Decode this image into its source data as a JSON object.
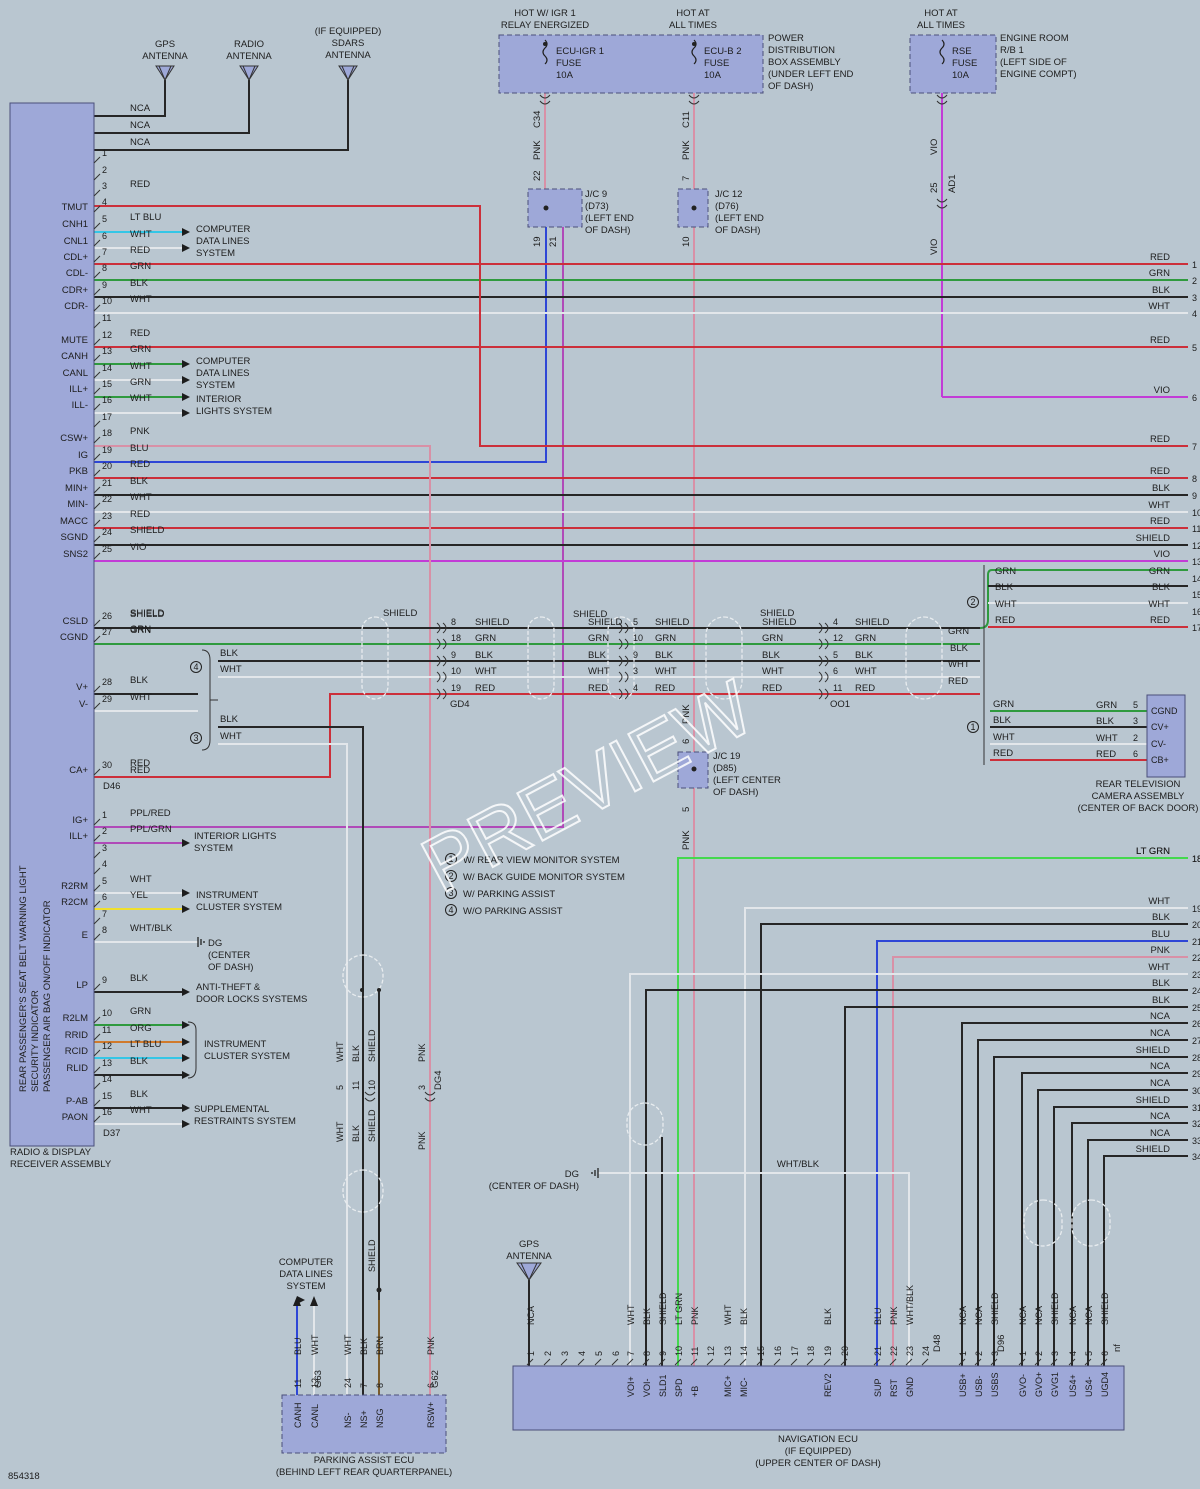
{
  "diagram_id": "854318",
  "watermark": "PREVIEW",
  "colors": {
    "background": "#b9c6d0",
    "component": "#9ea8d8",
    "RED": "#cc2f3a",
    "GRN": "#2f9a3e",
    "BLK": "#262626",
    "WHT": "#e2e6ea",
    "BLU": "#2e46d6",
    "VIO": "#c23cd6",
    "PNK": "#d890a6",
    "LTBLU": "#34c6e6",
    "LTGRN": "#44d84e",
    "YEL": "#f0e02c",
    "ORG": "#d07a2c",
    "SHIELD": "#262626",
    "GRAY": "#8a8f93",
    "BRN": "#7a5a2a"
  },
  "radio": {
    "name": "RADIO & DISPLAY\nRECEIVER ASSEMBLY",
    "connector_1": "D46",
    "connector_2": "D37",
    "rotated_label": "REAR PASSENGER'S SEAT BELT WARNING LIGHT\nSECURITY INDICATOR\nPASSENGER AIR BAG ON/OFF INDICATOR"
  },
  "antennas": [
    {
      "id": "gps",
      "label": "GPS\nANTENNA"
    },
    {
      "id": "radio",
      "label": "RADIO\nANTENNA"
    },
    {
      "id": "sdars",
      "label": "(IF EQUIPPED)\nSDARS\nANTENNA"
    }
  ],
  "antenna_wires": [
    "NCA",
    "NCA",
    "NCA"
  ],
  "fuse_box_1": {
    "hot_igr": "HOT W/ IGR 1\nRELAY ENERGIZED",
    "hot_always": "HOT AT\nALL TIMES",
    "fuse_a": "ECU-IGR 1\nFUSE\n10A",
    "fuse_b": "ECU-B 2\nFUSE\n10A",
    "desc": "POWER\nDISTRIBUTION\nBOX ASSEMBLY\n(UNDER LEFT END\nOF DASH)"
  },
  "fuse_box_2": {
    "hot": "HOT AT\nALL TIMES",
    "fuse": "RSE\nFUSE\n10A",
    "desc": "ENGINE ROOM\nR/B 1\n(LEFT SIDE OF\nENGINE COMPT)"
  },
  "junctions": {
    "jc9": "J/C 9\n(D73)\n(LEFT END\nOF DASH)",
    "jc12": "J/C 12\n(D76)\n(LEFT END\nOF DASH)",
    "jc19": "J/C 19\n(D85)\n(LEFT CENTER\nOF DASH)"
  },
  "conn_labels": {
    "c34": "C34",
    "c11": "C11",
    "ad1": "AD1",
    "gd4": "GD4",
    "oo1": "OO1",
    "dg4": "DG4",
    "g63": "G63",
    "g62": "G62",
    "d48": "D48",
    "d96": "D96",
    "nf": "nf"
  },
  "d46_pins": [
    {
      "pin": "1",
      "label": "",
      "color": "",
      "name": ""
    },
    {
      "pin": "2",
      "label": "",
      "color": "",
      "name": ""
    },
    {
      "pin": "3",
      "label": "",
      "color": "RED",
      "name": ""
    },
    {
      "pin": "4",
      "label": "TMUT",
      "color": "",
      "name": ""
    },
    {
      "pin": "5",
      "label": "CNH1",
      "color": "LT BLU",
      "name": ""
    },
    {
      "pin": "6",
      "label": "CNL1",
      "color": "WHT",
      "name": ""
    },
    {
      "pin": "7",
      "label": "CDL+",
      "color": "RED",
      "name": ""
    },
    {
      "pin": "8",
      "label": "CDL-",
      "color": "GRN",
      "name": ""
    },
    {
      "pin": "9",
      "label": "CDR+",
      "color": "BLK",
      "name": ""
    },
    {
      "pin": "10",
      "label": "CDR-",
      "color": "WHT",
      "name": ""
    },
    {
      "pin": "11",
      "label": "",
      "color": "",
      "name": ""
    },
    {
      "pin": "12",
      "label": "MUTE",
      "color": "RED",
      "name": ""
    },
    {
      "pin": "13",
      "label": "CANH",
      "color": "GRN",
      "name": ""
    },
    {
      "pin": "14",
      "label": "CANL",
      "color": "WHT",
      "name": ""
    },
    {
      "pin": "15",
      "label": "ILL+",
      "color": "GRN",
      "name": ""
    },
    {
      "pin": "16",
      "label": "ILL-",
      "color": "WHT",
      "name": ""
    },
    {
      "pin": "17",
      "label": "",
      "color": "",
      "name": ""
    },
    {
      "pin": "18",
      "label": "CSW+",
      "color": "PNK",
      "name": ""
    },
    {
      "pin": "19",
      "label": "IG",
      "color": "BLU",
      "name": ""
    },
    {
      "pin": "20",
      "label": "PKB",
      "color": "RED",
      "name": ""
    },
    {
      "pin": "21",
      "label": "MIN+",
      "color": "BLK",
      "name": ""
    },
    {
      "pin": "22",
      "label": "MIN-",
      "color": "WHT",
      "name": ""
    },
    {
      "pin": "23",
      "label": "MACC",
      "color": "RED",
      "name": ""
    },
    {
      "pin": "24",
      "label": "SGND",
      "color": "SHIELD",
      "name": ""
    },
    {
      "pin": "25",
      "label": "SNS2",
      "color": "VIO",
      "name": ""
    },
    {
      "pin": "26",
      "label": "CSLD",
      "color": "SHIELD",
      "name": ""
    },
    {
      "pin": "27",
      "label": "CGND",
      "color": "GRN",
      "name": ""
    },
    {
      "pin": "28",
      "label": "V+",
      "color": "BLK",
      "name": ""
    },
    {
      "pin": "29",
      "label": "V-",
      "color": "WHT",
      "name": ""
    },
    {
      "pin": "30",
      "label": "CA+",
      "color": "RED",
      "name": ""
    }
  ],
  "d37_pins": [
    {
      "pin": "1",
      "label": "IG+",
      "color": "PPL/RED"
    },
    {
      "pin": "2",
      "label": "ILL+",
      "color": "PPL/GRN"
    },
    {
      "pin": "3",
      "label": "",
      "color": ""
    },
    {
      "pin": "4",
      "label": "",
      "color": ""
    },
    {
      "pin": "5",
      "label": "R2RM",
      "color": "WHT"
    },
    {
      "pin": "6",
      "label": "R2CM",
      "color": "YEL"
    },
    {
      "pin": "7",
      "label": "",
      "color": ""
    },
    {
      "pin": "8",
      "label": "E",
      "color": "WHT/BLK"
    },
    {
      "pin": "9",
      "label": "LP",
      "color": "BLK"
    },
    {
      "pin": "10",
      "label": "R2LM",
      "color": "GRN"
    },
    {
      "pin": "11",
      "label": "RRID",
      "color": "ORG"
    },
    {
      "pin": "12",
      "label": "RCID",
      "color": "LT BLU"
    },
    {
      "pin": "13",
      "label": "RLID",
      "color": "BLK"
    },
    {
      "pin": "14",
      "label": "",
      "color": ""
    },
    {
      "pin": "15",
      "label": "P-AB",
      "color": "BLK"
    },
    {
      "pin": "16",
      "label": "PAON",
      "color": "WHT"
    }
  ],
  "systems": {
    "computer_data": "COMPUTER\nDATA LINES\nSYSTEM",
    "interior_lights": "INTERIOR\nLIGHTS SYSTEM",
    "interior_lights_2": "INTERIOR LIGHTS\nSYSTEM",
    "instrument_cluster": "INSTRUMENT\nCLUSTER SYSTEM",
    "dg": "DG\n(CENTER\nOF DASH)",
    "anti_theft": "ANTI-THEFT &\nDOOR LOCKS SYSTEMS",
    "instrument_cluster_2": "INSTRUMENT\nCLUSTER SYSTEM",
    "srs": "SUPPLEMENTAL\nRESTRAINTS SYSTEM",
    "dg2": "DG\n(CENTER OF DASH)",
    "computer_data_2": "COMPUTER\nDATA LINES\nSYSTEM"
  },
  "right_edge": [
    {
      "num": "1",
      "color": "RED"
    },
    {
      "num": "2",
      "color": "GRN"
    },
    {
      "num": "3",
      "color": "BLK"
    },
    {
      "num": "4",
      "color": "WHT"
    },
    {
      "num": "5",
      "color": "RED"
    },
    {
      "num": "6",
      "color": "VIO"
    },
    {
      "num": "7",
      "color": "RED"
    },
    {
      "num": "8",
      "color": "RED"
    },
    {
      "num": "9",
      "color": "BLK"
    },
    {
      "num": "10",
      "color": "WHT"
    },
    {
      "num": "11",
      "color": "RED"
    },
    {
      "num": "12",
      "color": "SHIELD"
    },
    {
      "num": "13",
      "color": "VIO"
    },
    {
      "num": "14",
      "color": "GRN"
    },
    {
      "num": "15",
      "color": "BLK"
    },
    {
      "num": "16",
      "color": "WHT"
    },
    {
      "num": "17",
      "color": "RED"
    },
    {
      "num": "18",
      "color": "LT GRN"
    },
    {
      "num": "19",
      "color": "WHT"
    },
    {
      "num": "20",
      "color": "BLK"
    },
    {
      "num": "21",
      "color": "BLU"
    },
    {
      "num": "22",
      "color": "PNK"
    },
    {
      "num": "23",
      "color": "WHT"
    },
    {
      "num": "24",
      "color": "BLK"
    },
    {
      "num": "25",
      "color": "BLK"
    },
    {
      "num": "26",
      "color": "NCA"
    },
    {
      "num": "27",
      "color": "NCA"
    },
    {
      "num": "28",
      "color": "SHIELD"
    },
    {
      "num": "29",
      "color": "NCA"
    },
    {
      "num": "30",
      "color": "NCA"
    },
    {
      "num": "31",
      "color": "SHIELD"
    },
    {
      "num": "32",
      "color": "NCA"
    },
    {
      "num": "33",
      "color": "NCA"
    },
    {
      "num": "34",
      "color": "SHIELD"
    }
  ],
  "legend": [
    {
      "num": "1",
      "text": "W/ REAR VIEW MONITOR SYSTEM"
    },
    {
      "num": "2",
      "text": "W/ BACK GUIDE MONITOR SYSTEM"
    },
    {
      "num": "3",
      "text": "W/ PARKING ASSIST"
    },
    {
      "num": "4",
      "text": "W/O PARKING ASSIST"
    }
  ],
  "camera": {
    "name": "REAR TELEVISION\nCAMERA ASSEMBLY\n(CENTER OF BACK DOOR)",
    "pins": [
      "CGND",
      "CV+",
      "CV-",
      "CB+"
    ],
    "pin_nums": [
      "5",
      "3",
      "2",
      "6"
    ],
    "wire_colors": [
      "GRN",
      "BLK",
      "WHT",
      "RED"
    ]
  },
  "parking_ecu": {
    "name": "PARKING ASSIST ECU\n(BEHIND LEFT REAR QUARTERPANEL)",
    "pins": [
      "CANH",
      "CANL",
      "NS-",
      "NS+",
      "NSG",
      "RSW+"
    ],
    "pin_nums": [
      "11",
      "12",
      "24",
      "7",
      "8",
      "6"
    ],
    "wire_colors": [
      "BLU",
      "WHT",
      "WHT",
      "BLK",
      "BRN",
      "PNK"
    ]
  },
  "nav_ecu": {
    "name": "NAVIGATION ECU\n(IF EQUIPPED)\n(UPPER CENTER OF DASH)",
    "top_pins": [
      {
        "pin": "1",
        "label": "",
        "color": "NCA"
      },
      {
        "pin": "2",
        "label": "",
        "color": ""
      },
      {
        "pin": "3",
        "label": "",
        "color": ""
      },
      {
        "pin": "4",
        "label": "",
        "color": ""
      },
      {
        "pin": "5",
        "label": "",
        "color": ""
      },
      {
        "pin": "6",
        "label": "",
        "color": ""
      },
      {
        "pin": "7",
        "label": "VOI+",
        "color": "WHT"
      },
      {
        "pin": "8",
        "label": "VOI-",
        "color": "BLK"
      },
      {
        "pin": "9",
        "label": "SLD1",
        "color": "SHIELD"
      },
      {
        "pin": "10",
        "label": "SPD",
        "color": "LT GRN"
      },
      {
        "pin": "11",
        "label": "+B",
        "color": "PNK"
      },
      {
        "pin": "12",
        "label": "",
        "color": ""
      },
      {
        "pin": "13",
        "label": "MIC+",
        "color": "WHT"
      },
      {
        "pin": "14",
        "label": "MIC-",
        "color": "BLK"
      },
      {
        "pin": "15",
        "label": "",
        "color": ""
      },
      {
        "pin": "16",
        "label": "",
        "color": ""
      },
      {
        "pin": "17",
        "label": "",
        "color": ""
      },
      {
        "pin": "18",
        "label": "",
        "color": ""
      },
      {
        "pin": "19",
        "label": "REV2",
        "color": "BLK"
      },
      {
        "pin": "20",
        "label": "",
        "color": ""
      },
      {
        "pin": "21",
        "label": "SUP",
        "color": "BLU"
      },
      {
        "pin": "22",
        "label": "RST",
        "color": "PNK"
      },
      {
        "pin": "23",
        "label": "GND",
        "color": "WHT/BLK"
      },
      {
        "pin": "24",
        "label": "",
        "color": ""
      }
    ],
    "bottom_pins": [
      {
        "pin": "1",
        "label": "USB+",
        "color": "NCA"
      },
      {
        "pin": "2",
        "label": "USB-",
        "color": "NCA"
      },
      {
        "pin": "3",
        "label": "USBS",
        "color": "SHIELD"
      },
      {
        "pin": "1",
        "label": "GVO-",
        "color": "NCA"
      },
      {
        "pin": "2",
        "label": "GVO+",
        "color": "NCA"
      },
      {
        "pin": "3",
        "label": "GVG1",
        "color": "SHIELD"
      },
      {
        "pin": "4",
        "label": "US4+",
        "color": "NCA"
      },
      {
        "pin": "5",
        "label": "US4-",
        "color": "NCA"
      },
      {
        "pin": "6",
        "label": "UGD4",
        "color": "SHIELD"
      }
    ],
    "gps": "GPS\nANTENNA"
  },
  "route_labels": {
    "gd4_wires": [
      "SHIELD",
      "GRN",
      "BLK",
      "WHT",
      "RED"
    ],
    "gd4_pins": [
      "8",
      "18",
      "9",
      "10",
      "19"
    ],
    "oo1_pins": [
      "5",
      "10",
      "9",
      "3",
      "4"
    ],
    "cam_pins": [
      "4",
      "12",
      "5",
      "6",
      "11"
    ],
    "v_group_4": [
      "BLK",
      "WHT"
    ],
    "v_group_3": [
      "BLK",
      "WHT"
    ],
    "pin_25": "25",
    "pin_22": "22",
    "pin_19": "19",
    "pin_21": "21",
    "pin_7": "7",
    "pin_10": "10",
    "pin_6": "6",
    "pin_5": "5",
    "pnk": "PNK",
    "vio": "VIO",
    "wht_blk": "WHT/BLK",
    "shield": "SHIELD",
    "nca": "NCA",
    "pk_pins": [
      "5",
      "11",
      "10",
      "3"
    ],
    "pk_wires": [
      "WHT",
      "BLK",
      "SHIELD",
      "PNK"
    ]
  }
}
